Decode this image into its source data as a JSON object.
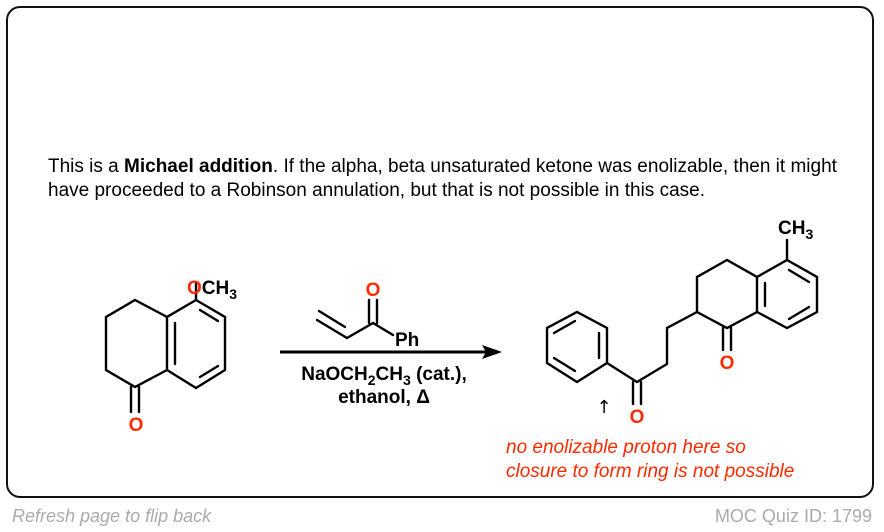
{
  "explanation": {
    "prefix": "This is a ",
    "bold": "Michael addition",
    "suffix": ". If the alpha, beta unsaturated ketone was enolizable, then it might have proceeded to a Robinson annulation, but that is not possible in this case."
  },
  "reaction": {
    "starting_material": {
      "substituent_o": "O",
      "substituent_rest": "CH",
      "substituent_sub": "3",
      "carbonyl_o": "O"
    },
    "reagent": {
      "o": "O",
      "ph": "Ph"
    },
    "conditions": {
      "line1_a": "NaOCH",
      "line1_sub1": "2",
      "line1_b": "CH",
      "line1_sub2": "3",
      "line1_c": " (cat.),",
      "line2": "ethanol, Δ"
    },
    "product": {
      "methyl": "CH",
      "methyl_sub": "3",
      "ring_o": "O",
      "chain_o": "O",
      "pointer": "↑"
    }
  },
  "annotation": {
    "line1": "no enolizable proton here so",
    "line2": "closure to form ring is not possible"
  },
  "colors": {
    "oxygen": "#ff2a00",
    "annotation": "#ff2a00"
  },
  "footer": {
    "left": "Refresh page to flip back",
    "right": "MOC Quiz ID: 1799"
  }
}
